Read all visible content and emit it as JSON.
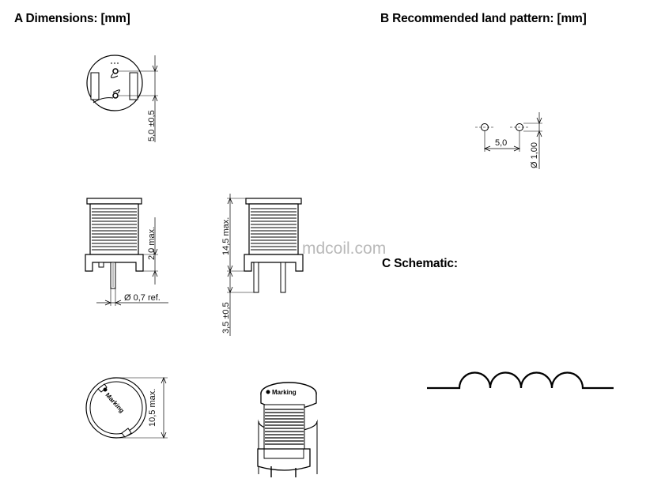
{
  "sections": {
    "a_title": "A Dimensions: [mm]",
    "b_title": "B Recommended land pattern: [mm]",
    "c_title": "C Schematic:"
  },
  "dimensions": {
    "pin_spacing": "5,0 ±0,5",
    "lead_length": "2,0 max.",
    "lead_diameter": "Ø 0,7 ref.",
    "body_height": "14,5 max.",
    "standoff": "3,5 ±0,5",
    "body_diameter": "10,5 max.",
    "land_spacing": "5,0",
    "land_diameter": "Ø 1,00"
  },
  "marking_text": "Marking",
  "watermark": "mdcoil.com"
}
